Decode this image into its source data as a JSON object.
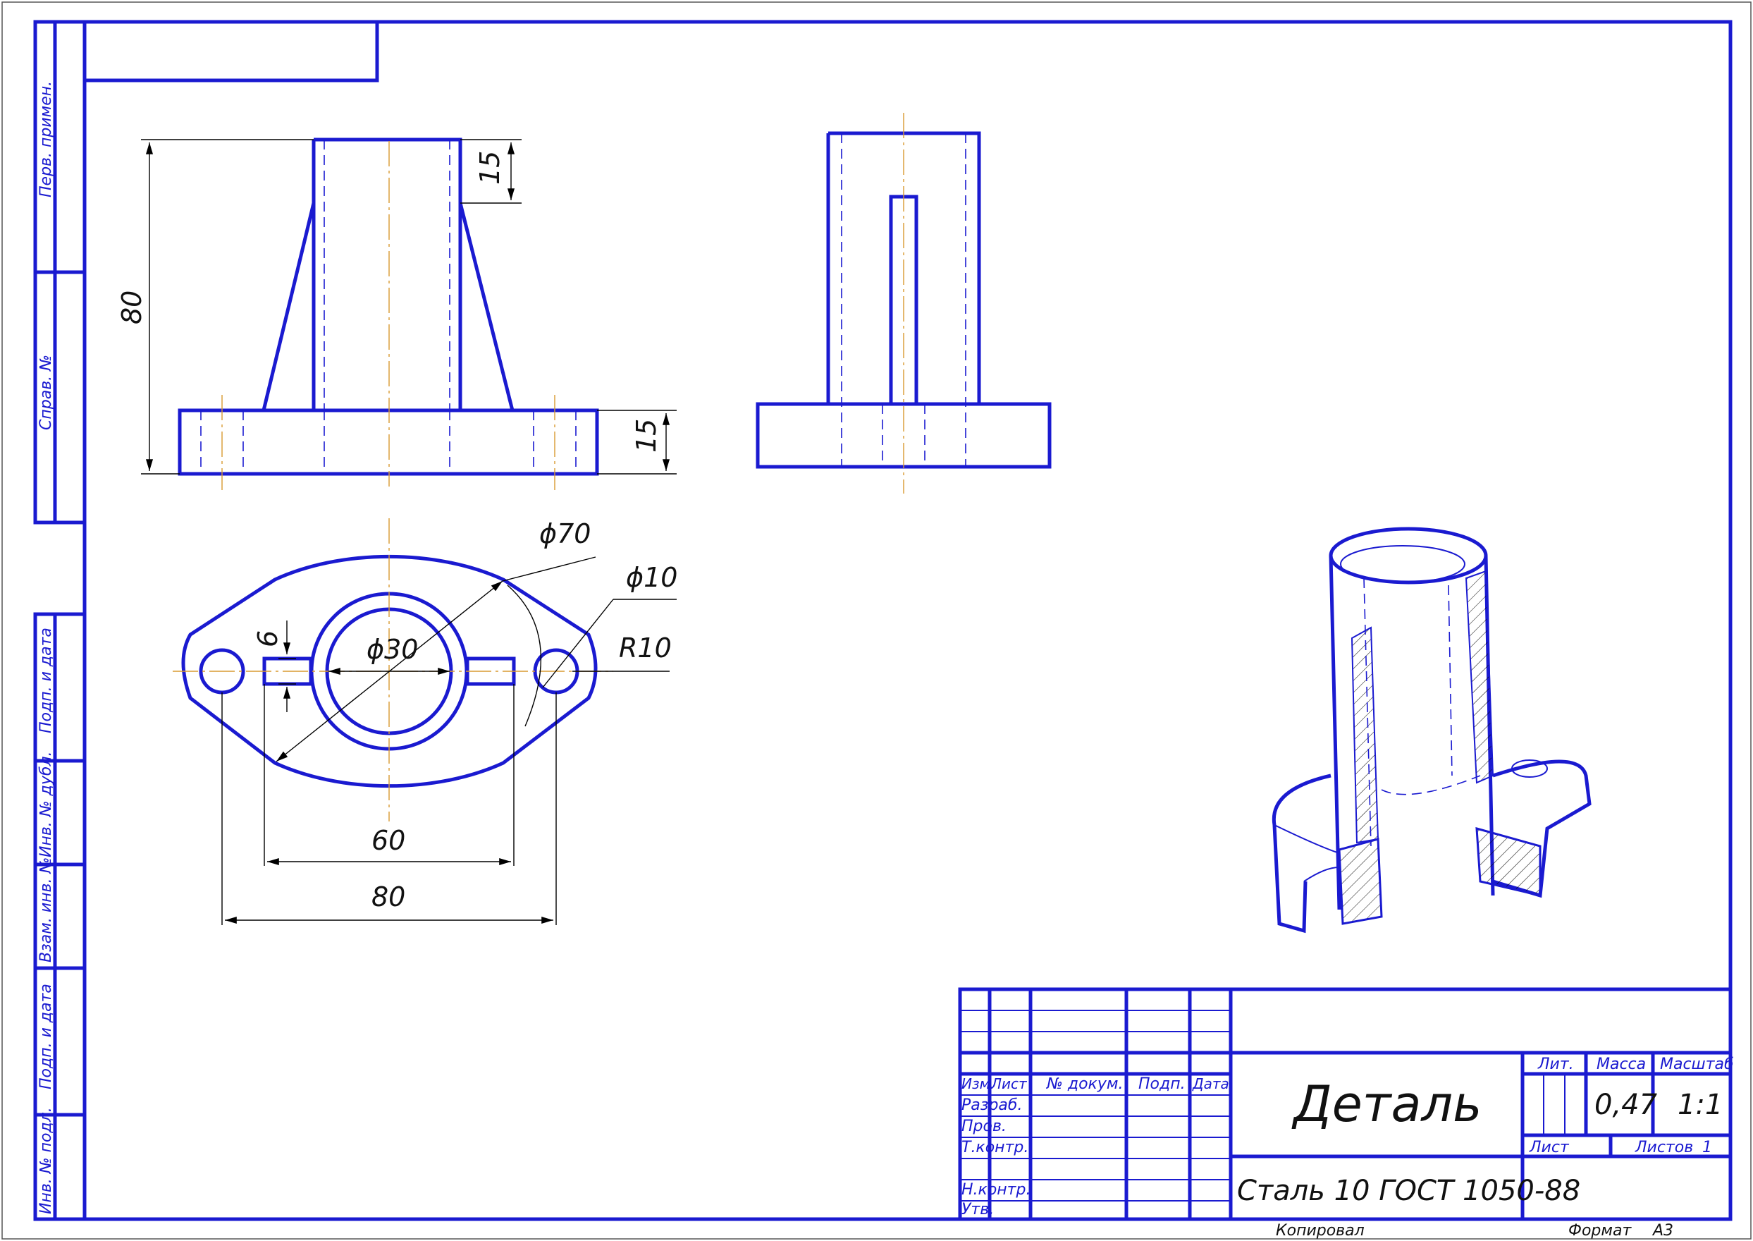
{
  "side_stamps": [
    "Перв. примен.",
    "Справ. №",
    "Подп. и дата",
    "Инв. № дубл.",
    "Взам. инв. №",
    "Подп. и дата",
    "Инв. № подл."
  ],
  "dimensions": {
    "height_80": "80",
    "top_15": "15",
    "base_15": "15",
    "slot_6": "6",
    "dia_30": "ϕ30",
    "dia_70": "ϕ70",
    "dia_10": "ϕ10",
    "radius_10": "R10",
    "width_60": "60",
    "width_80": "80"
  },
  "title_block": {
    "col_izm": "Изм.",
    "col_list": "Лист",
    "col_doc": "№ докум.",
    "col_podp": "Подп.",
    "col_data": "Дата",
    "row_razrab": "Разраб.",
    "row_prov": "Пров.",
    "row_tkontr": "Т.контр.",
    "row_nkontr": "Н.контр.",
    "row_utv": "Утв.",
    "title": "Деталь",
    "material": "Сталь 10  ГОСТ 1050-88",
    "lit_label": "Лит.",
    "mass_label": "Масса",
    "scale_label": "Масштаб",
    "mass_value": "0,47",
    "scale_value": "1:1",
    "sheet_label": "Лист",
    "sheets_label": "Листов",
    "sheets_value": "1"
  },
  "footer": {
    "copied": "Копировал",
    "format_label": "Формат",
    "format_value": "A3"
  },
  "colors": {
    "line": "#1a1ad0",
    "axis": "#d99a30",
    "dim": "#000000"
  }
}
